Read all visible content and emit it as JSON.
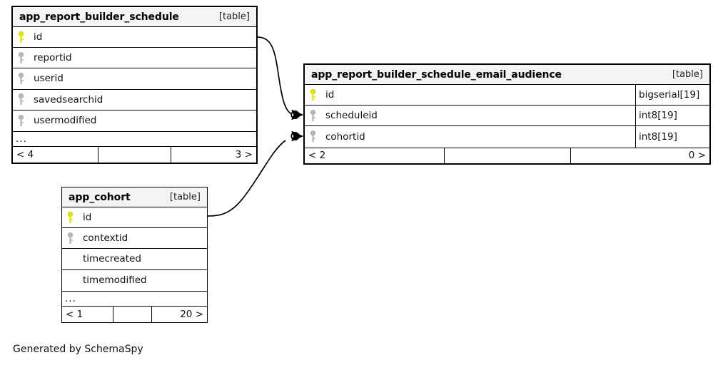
{
  "diagram": {
    "generator_note": "Generated by SchemaSpy",
    "kind_label": "[table]",
    "more_columns_marker": "...",
    "icons": {
      "primary_key": "key-icon-primary",
      "foreign_key": "key-icon-foreign"
    },
    "colors": {
      "primary_key": "#e6e600",
      "foreign_key": "#b3b3b3",
      "header_bg": "#f4f4f4",
      "border": "#000000",
      "background": "#ffffff",
      "text": "#111111"
    }
  },
  "tables": [
    {
      "id": "app_report_builder_schedule",
      "name": "app_report_builder_schedule",
      "kind": "[table]",
      "columns": [
        {
          "name": "id",
          "key": "primary",
          "type": ""
        },
        {
          "name": "reportid",
          "key": "foreign",
          "type": ""
        },
        {
          "name": "userid",
          "key": "foreign",
          "type": ""
        },
        {
          "name": "savedsearchid",
          "key": "foreign",
          "type": ""
        },
        {
          "name": "usermodified",
          "key": "foreign",
          "type": ""
        }
      ],
      "has_more": true,
      "more_marker": "...",
      "footer": {
        "left": "< 4",
        "middle": "",
        "right": "3 >"
      }
    },
    {
      "id": "app_report_builder_schedule_email_audience",
      "name": "app_report_builder_schedule_email_audience",
      "kind": "[table]",
      "columns": [
        {
          "name": "id",
          "key": "primary",
          "type": "bigserial[19]"
        },
        {
          "name": "scheduleid",
          "key": "foreign",
          "type": "int8[19]"
        },
        {
          "name": "cohortid",
          "key": "foreign",
          "type": "int8[19]"
        }
      ],
      "has_more": false,
      "more_marker": "",
      "footer": {
        "left": "< 2",
        "middle": "",
        "right": "0 >"
      }
    },
    {
      "id": "app_cohort",
      "name": "app_cohort",
      "kind": "[table]",
      "columns": [
        {
          "name": "id",
          "key": "primary",
          "type": ""
        },
        {
          "name": "contextid",
          "key": "foreign",
          "type": ""
        },
        {
          "name": "timecreated",
          "key": "none",
          "type": ""
        },
        {
          "name": "timemodified",
          "key": "none",
          "type": ""
        }
      ],
      "has_more": true,
      "more_marker": "...",
      "footer": {
        "left": "< 1",
        "middle": "",
        "right": "20 >"
      }
    }
  ],
  "relationships": [
    {
      "id": "schedule-to-audience",
      "from_table": "app_report_builder_schedule",
      "from_column": "id",
      "to_table": "app_report_builder_schedule_email_audience",
      "to_column": "scheduleid",
      "cardinality": "zero-or-many"
    },
    {
      "id": "cohort-to-audience",
      "from_table": "app_cohort",
      "from_column": "id",
      "to_table": "app_report_builder_schedule_email_audience",
      "to_column": "cohortid",
      "cardinality": "zero-or-many"
    }
  ]
}
